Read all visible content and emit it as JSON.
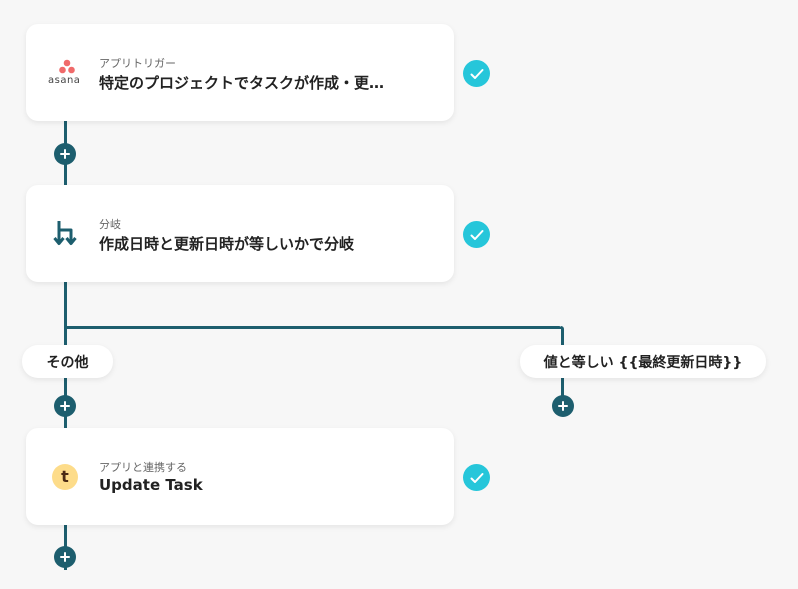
{
  "steps": [
    {
      "icon": "asana-logo",
      "subtitle": "アプリトリガー",
      "title": "特定のプロジェクトでタスクが作成・更…",
      "status": "completed"
    },
    {
      "icon": "branch-icon",
      "subtitle": "分岐",
      "title": "作成日時と更新日時が等しいかで分岐",
      "status": "completed"
    },
    {
      "icon": "app-t-icon",
      "subtitle": "アプリと連携する",
      "title": "Update Task",
      "status": "completed"
    }
  ],
  "asana_label": "asana",
  "app_icon_letter": "t",
  "branches": {
    "left_label": "その他",
    "right_label": "値と等しい {{最終更新日時}}"
  },
  "colors": {
    "connector": "#1d5e6e",
    "check": "#26c6da",
    "asana": "#f06a6a"
  }
}
